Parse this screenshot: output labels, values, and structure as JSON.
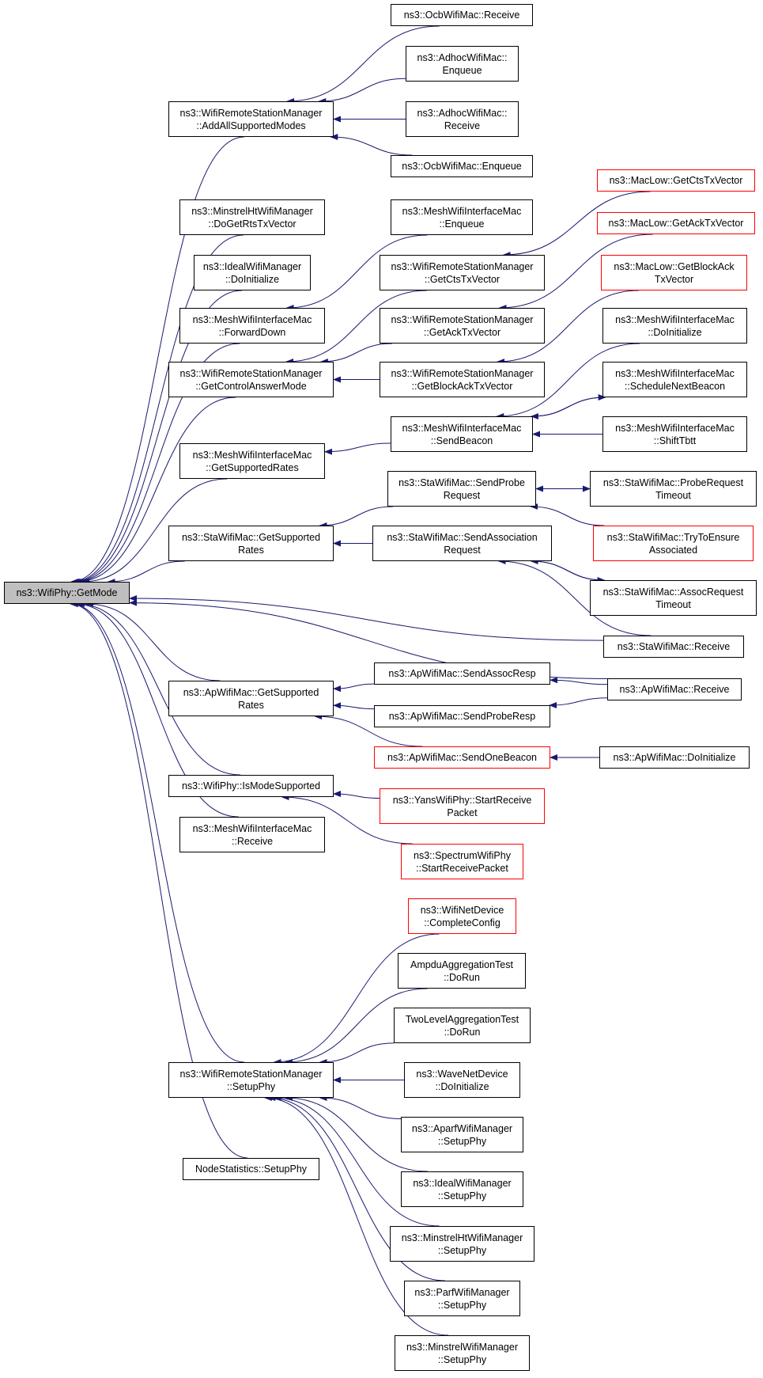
{
  "colors": {
    "edge": "#191970",
    "border": "#000000",
    "highlight_border": "#ff0000",
    "root_fill": "#bfbfbf"
  },
  "nodes": [
    {
      "id": "n0",
      "lines": [
        "ns3::WifiPhy::GetMode"
      ],
      "style": "root"
    },
    {
      "id": "n1",
      "lines": [
        "ns3::WifiRemoteStationManager",
        "::AddAllSupportedModes"
      ]
    },
    {
      "id": "n2",
      "lines": [
        "ns3::OcbWifiMac::Receive"
      ]
    },
    {
      "id": "n3",
      "lines": [
        "ns3::AdhocWifiMac::",
        "Enqueue"
      ]
    },
    {
      "id": "n4",
      "lines": [
        "ns3::AdhocWifiMac::",
        "Receive"
      ]
    },
    {
      "id": "n5",
      "lines": [
        "ns3::OcbWifiMac::Enqueue"
      ]
    },
    {
      "id": "n6",
      "lines": [
        "ns3::MinstrelHtWifiManager",
        "::DoGetRtsTxVector"
      ]
    },
    {
      "id": "n7",
      "lines": [
        "ns3::IdealWifiManager",
        "::DoInitialize"
      ]
    },
    {
      "id": "n8",
      "lines": [
        "ns3::MeshWifiInterfaceMac",
        "::ForwardDown"
      ]
    },
    {
      "id": "n9",
      "lines": [
        "ns3::MeshWifiInterfaceMac",
        "::Enqueue"
      ]
    },
    {
      "id": "n10",
      "lines": [
        "ns3::WifiRemoteStationManager",
        "::GetControlAnswerMode"
      ]
    },
    {
      "id": "n11",
      "lines": [
        "ns3::WifiRemoteStationManager",
        "::GetCtsTxVector"
      ]
    },
    {
      "id": "n12",
      "lines": [
        "ns3::MacLow::GetCtsTxVector"
      ],
      "style": "red"
    },
    {
      "id": "n13",
      "lines": [
        "ns3::WifiRemoteStationManager",
        "::GetAckTxVector"
      ]
    },
    {
      "id": "n14",
      "lines": [
        "ns3::MacLow::GetAckTxVector"
      ],
      "style": "red"
    },
    {
      "id": "n15",
      "lines": [
        "ns3::WifiRemoteStationManager",
        "::GetBlockAckTxVector"
      ]
    },
    {
      "id": "n16",
      "lines": [
        "ns3::MacLow::GetBlockAck",
        "TxVector"
      ],
      "style": "red"
    },
    {
      "id": "n17",
      "lines": [
        "ns3::MeshWifiInterfaceMac",
        "::GetSupportedRates"
      ]
    },
    {
      "id": "n18",
      "lines": [
        "ns3::MeshWifiInterfaceMac",
        "::SendBeacon"
      ]
    },
    {
      "id": "n19",
      "lines": [
        "ns3::MeshWifiInterfaceMac",
        "::DoInitialize"
      ]
    },
    {
      "id": "n20",
      "lines": [
        "ns3::MeshWifiInterfaceMac",
        "::ScheduleNextBeacon"
      ]
    },
    {
      "id": "n21",
      "lines": [
        "ns3::MeshWifiInterfaceMac",
        "::ShiftTbtt"
      ]
    },
    {
      "id": "n22",
      "lines": [
        "ns3::StaWifiMac::GetSupported",
        "Rates"
      ]
    },
    {
      "id": "n23",
      "lines": [
        "ns3::StaWifiMac::SendProbe",
        "Request"
      ]
    },
    {
      "id": "n24",
      "lines": [
        "ns3::StaWifiMac::ProbeRequest",
        "Timeout"
      ]
    },
    {
      "id": "n25",
      "lines": [
        "ns3::StaWifiMac::TryToEnsure",
        "Associated"
      ],
      "style": "red"
    },
    {
      "id": "n26",
      "lines": [
        "ns3::StaWifiMac::SendAssociation",
        "Request"
      ]
    },
    {
      "id": "n27",
      "lines": [
        "ns3::StaWifiMac::AssocRequest",
        "Timeout"
      ]
    },
    {
      "id": "n28",
      "lines": [
        "ns3::StaWifiMac::Receive"
      ]
    },
    {
      "id": "n29",
      "lines": [
        "ns3::ApWifiMac::GetSupported",
        "Rates"
      ]
    },
    {
      "id": "n30",
      "lines": [
        "ns3::ApWifiMac::SendAssocResp"
      ]
    },
    {
      "id": "n31",
      "lines": [
        "ns3::ApWifiMac::Receive"
      ]
    },
    {
      "id": "n32",
      "lines": [
        "ns3::ApWifiMac::SendProbeResp"
      ]
    },
    {
      "id": "n33",
      "lines": [
        "ns3::ApWifiMac::SendOneBeacon"
      ],
      "style": "red"
    },
    {
      "id": "n34",
      "lines": [
        "ns3::ApWifiMac::DoInitialize"
      ]
    },
    {
      "id": "n35",
      "lines": [
        "ns3::WifiPhy::IsModeSupported"
      ]
    },
    {
      "id": "n36",
      "lines": [
        "ns3::YansWifiPhy::StartReceive",
        "Packet"
      ],
      "style": "red"
    },
    {
      "id": "n37",
      "lines": [
        "ns3::MeshWifiInterfaceMac",
        "::Receive"
      ]
    },
    {
      "id": "n38",
      "lines": [
        "ns3::SpectrumWifiPhy",
        "::StartReceivePacket"
      ],
      "style": "red"
    },
    {
      "id": "n39",
      "lines": [
        "ns3::WifiNetDevice",
        "::CompleteConfig"
      ],
      "style": "red"
    },
    {
      "id": "n40",
      "lines": [
        "AmpduAggregationTest",
        "::DoRun"
      ]
    },
    {
      "id": "n41",
      "lines": [
        "TwoLevelAggregationTest",
        "::DoRun"
      ]
    },
    {
      "id": "n42",
      "lines": [
        "ns3::WifiRemoteStationManager",
        "::SetupPhy"
      ]
    },
    {
      "id": "n43",
      "lines": [
        "ns3::WaveNetDevice",
        "::DoInitialize"
      ]
    },
    {
      "id": "n44",
      "lines": [
        "ns3::AparfWifiManager",
        "::SetupPhy"
      ]
    },
    {
      "id": "n45",
      "lines": [
        "ns3::IdealWifiManager",
        "::SetupPhy"
      ]
    },
    {
      "id": "n46",
      "lines": [
        "NodeStatistics::SetupPhy"
      ]
    },
    {
      "id": "n47",
      "lines": [
        "ns3::MinstrelHtWifiManager",
        "::SetupPhy"
      ]
    },
    {
      "id": "n48",
      "lines": [
        "ns3::ParfWifiManager",
        "::SetupPhy"
      ]
    },
    {
      "id": "n49",
      "lines": [
        "ns3::MinstrelWifiManager",
        "::SetupPhy"
      ]
    }
  ]
}
